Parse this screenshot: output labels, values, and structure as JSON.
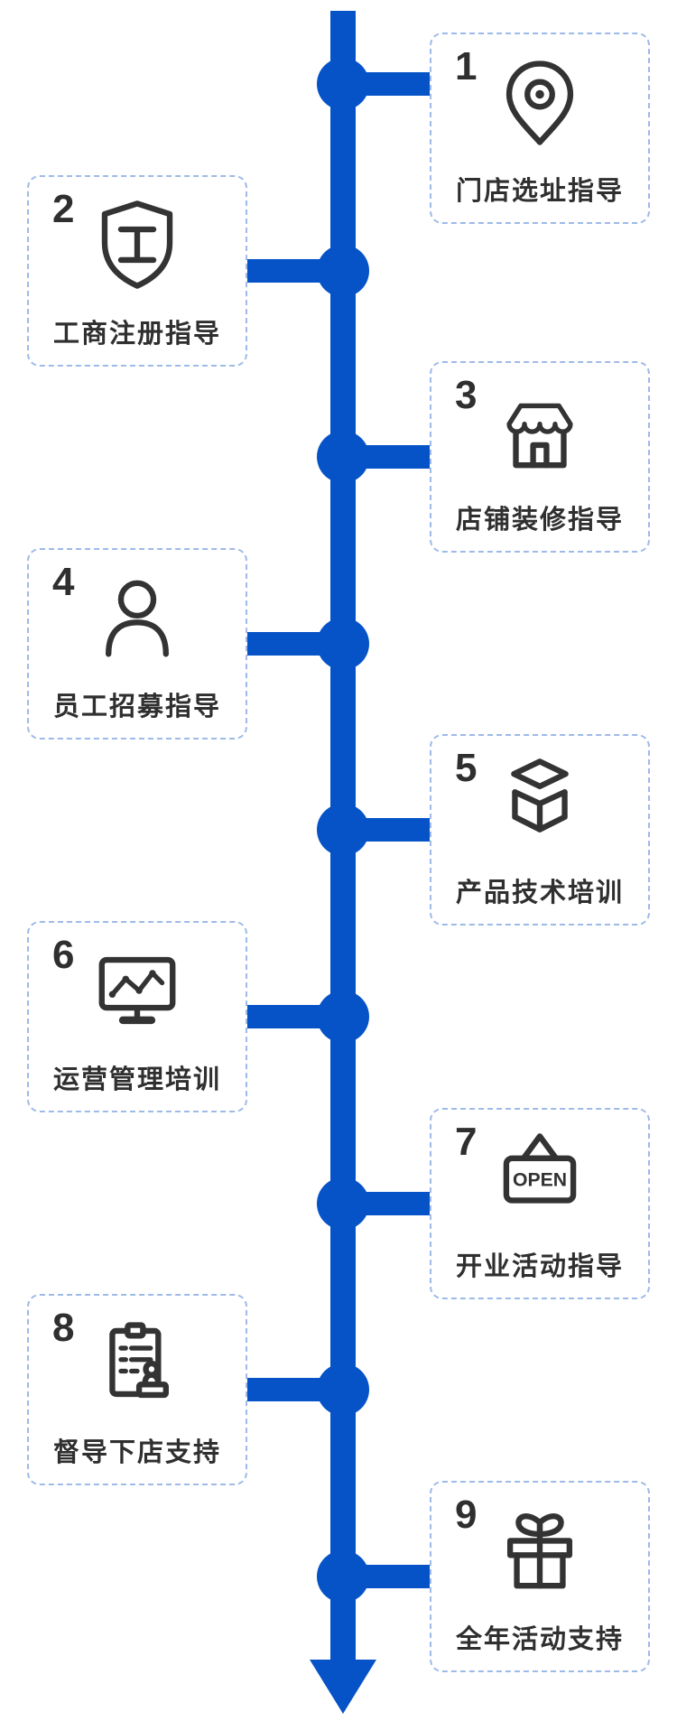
{
  "page": {
    "background": "#ffffff"
  },
  "timeline": {
    "line_color": "#0653C8",
    "card_border_color": "#9EBAE8",
    "text_color": "#2F2F2F",
    "icon_color": "#333333",
    "open_sign_text": "OPEN",
    "steps": [
      {
        "number": "1",
        "label": "门店选址指导",
        "icon": "location-pin-icon",
        "side": "right"
      },
      {
        "number": "2",
        "label": "工商注册指导",
        "icon": "shield-gong-icon",
        "side": "left"
      },
      {
        "number": "3",
        "label": "店铺装修指导",
        "icon": "storefront-icon",
        "side": "right"
      },
      {
        "number": "4",
        "label": "员工招募指导",
        "icon": "person-icon",
        "side": "left"
      },
      {
        "number": "5",
        "label": "产品技术培训",
        "icon": "cube-3d-icon",
        "side": "right"
      },
      {
        "number": "6",
        "label": "运营管理培训",
        "icon": "monitor-chart-icon",
        "side": "left"
      },
      {
        "number": "7",
        "label": "开业活动指导",
        "icon": "open-sign-icon",
        "side": "right"
      },
      {
        "number": "8",
        "label": "督导下店支持",
        "icon": "clipboard-stamp-icon",
        "side": "left"
      },
      {
        "number": "9",
        "label": "全年活动支持",
        "icon": "gift-box-icon",
        "side": "right"
      }
    ]
  }
}
